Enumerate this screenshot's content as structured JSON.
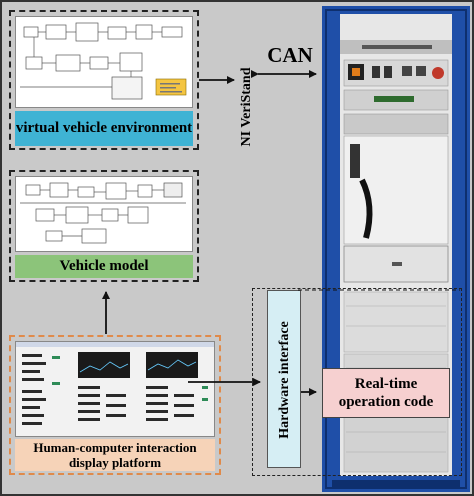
{
  "labels": {
    "virtual_env": "virtual vehicle environment",
    "vehicle_model": "Vehicle model",
    "hmi_line1": "Human-computer interaction",
    "hmi_line2": "display platform",
    "ni_veristand": "NI VeriStand",
    "can": "CAN",
    "hardware_interface": "Hardware interface",
    "realtime_line1": "Real-time",
    "realtime_line2": "operation code"
  },
  "colors": {
    "background": "#c9c9c9",
    "virtual_env_fill": "#3fb3d4",
    "vehicle_model_fill": "#8cc47a",
    "hmi_fill": "#f6d3b8",
    "hmi_border": "#e08a4a",
    "hardware_fill": "#d6eef4",
    "realtime_fill": "#f6d0d0",
    "cabinet": "#1f4fa8",
    "dashed_line": "#111111"
  },
  "icons": {
    "cabinet": "hil-test-cabinet-photo",
    "model_screenshots": "simulink-diagram-screenshot",
    "dashboard": "monitor-dashboard-screenshot"
  }
}
